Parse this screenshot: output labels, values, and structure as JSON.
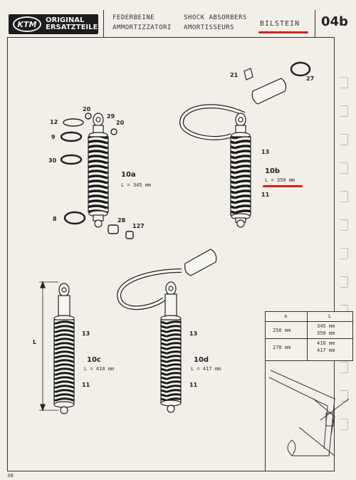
{
  "header": {
    "logo_text_line1": "ORIGINAL",
    "logo_text_line2": "ERSATZTEILE",
    "logo_mark": "KTM",
    "col1_line1": "FEDERBEINE",
    "col1_line2": "AMMORTIZZATORI",
    "col2_line1": "SHOCK ABSORBERS",
    "col2_line2": "AMORTISSEURS",
    "brand": "BILSTEIN",
    "page_code": "04b"
  },
  "parts": {
    "p12": "12",
    "p20a": "20",
    "p29": "29",
    "p20b": "20",
    "p9": "9",
    "p30": "30",
    "p8": "8",
    "p28": "28",
    "p127": "127",
    "p21": "21",
    "p27": "27",
    "p13a": "13",
    "p11a": "11",
    "p13b": "13",
    "p11b": "11",
    "p13c": "13",
    "p11c": "11",
    "dim_L": "L"
  },
  "models": {
    "m10a": {
      "name": "10a",
      "length": "L = 345 mm"
    },
    "m10b": {
      "name": "10b",
      "length": "L = 350 mm"
    },
    "m10c": {
      "name": "10c",
      "length": "L = 410 mm"
    },
    "m10d": {
      "name": "10d",
      "length": "L = 417 mm"
    }
  },
  "table": {
    "head_a": "a",
    "head_L": "L",
    "rows": [
      {
        "a": "250 mm",
        "L1": "345 mm",
        "L2": "350 mm"
      },
      {
        "a": "270 mm",
        "L1": "410 mm",
        "L2": "417 mm"
      }
    ]
  },
  "footer": {
    "page_number": "36"
  },
  "colors": {
    "highlight": "#d42020",
    "ink": "#222222",
    "paper": "#f2efe9"
  }
}
